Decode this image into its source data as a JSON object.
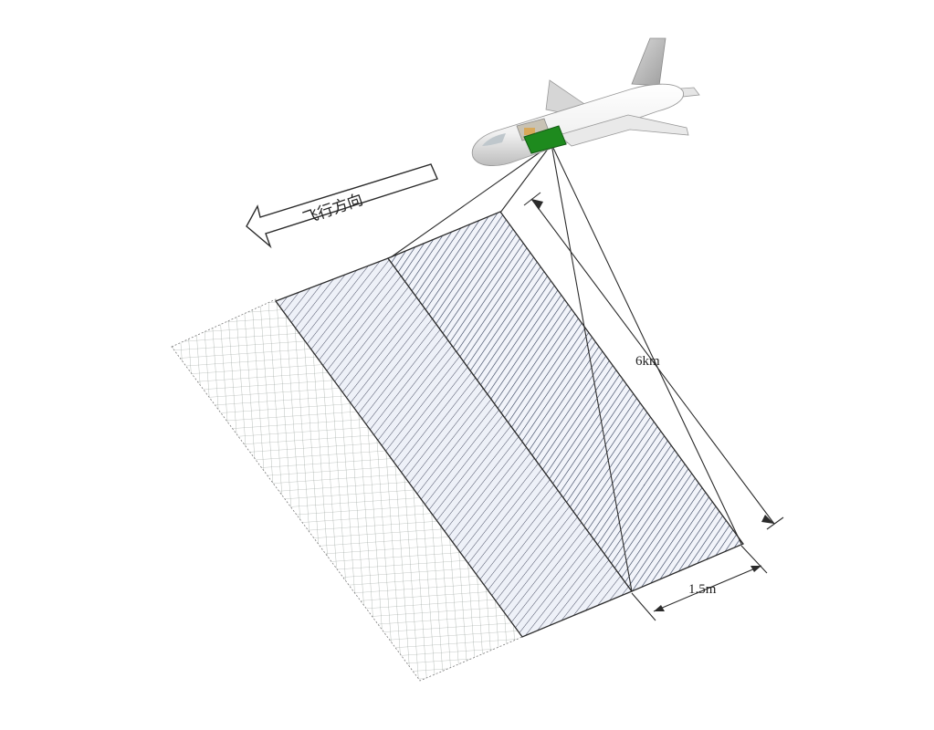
{
  "labels": {
    "flight_direction": "飞行方向",
    "swath_length": "6km",
    "swath_width": "1.5m"
  },
  "colors": {
    "sensor": "#1e8a1e",
    "outline": "#2b2b2b",
    "hatch_dense": "#2d3a55",
    "hatch_light": "#3a3f55",
    "strip_fill": "#eef1f8",
    "grid": "#7f8a84"
  },
  "icons": {
    "aircraft": "aircraft-icon",
    "direction": "arrow-left-icon"
  }
}
